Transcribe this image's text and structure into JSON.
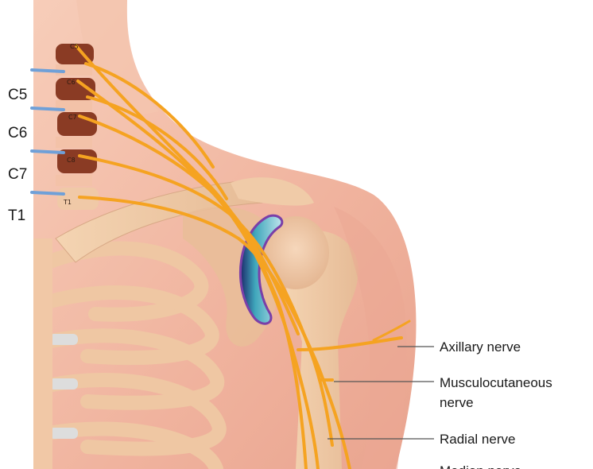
{
  "level_labels": [
    "C5",
    "C6",
    "C7",
    "T1"
  ],
  "vertebra_labels": [
    "C5",
    "C6",
    "C7",
    "C8",
    "T1"
  ],
  "callouts": {
    "axillary": "Axillary nerve",
    "musculocutaneous_line1": "Musculocutaneous",
    "musculocutaneous_line2": "nerve",
    "radial": "Radial nerve",
    "median": "Median nerve"
  },
  "colors": {
    "skin": "#f2b9a6",
    "bone": "#eecba8",
    "nerve": "#f5a321",
    "vertebra": "#8a3b24",
    "spinal_root": "#6fa0d8",
    "joint_cartilage": "#5fb0c0",
    "leader_line": "#555555"
  }
}
